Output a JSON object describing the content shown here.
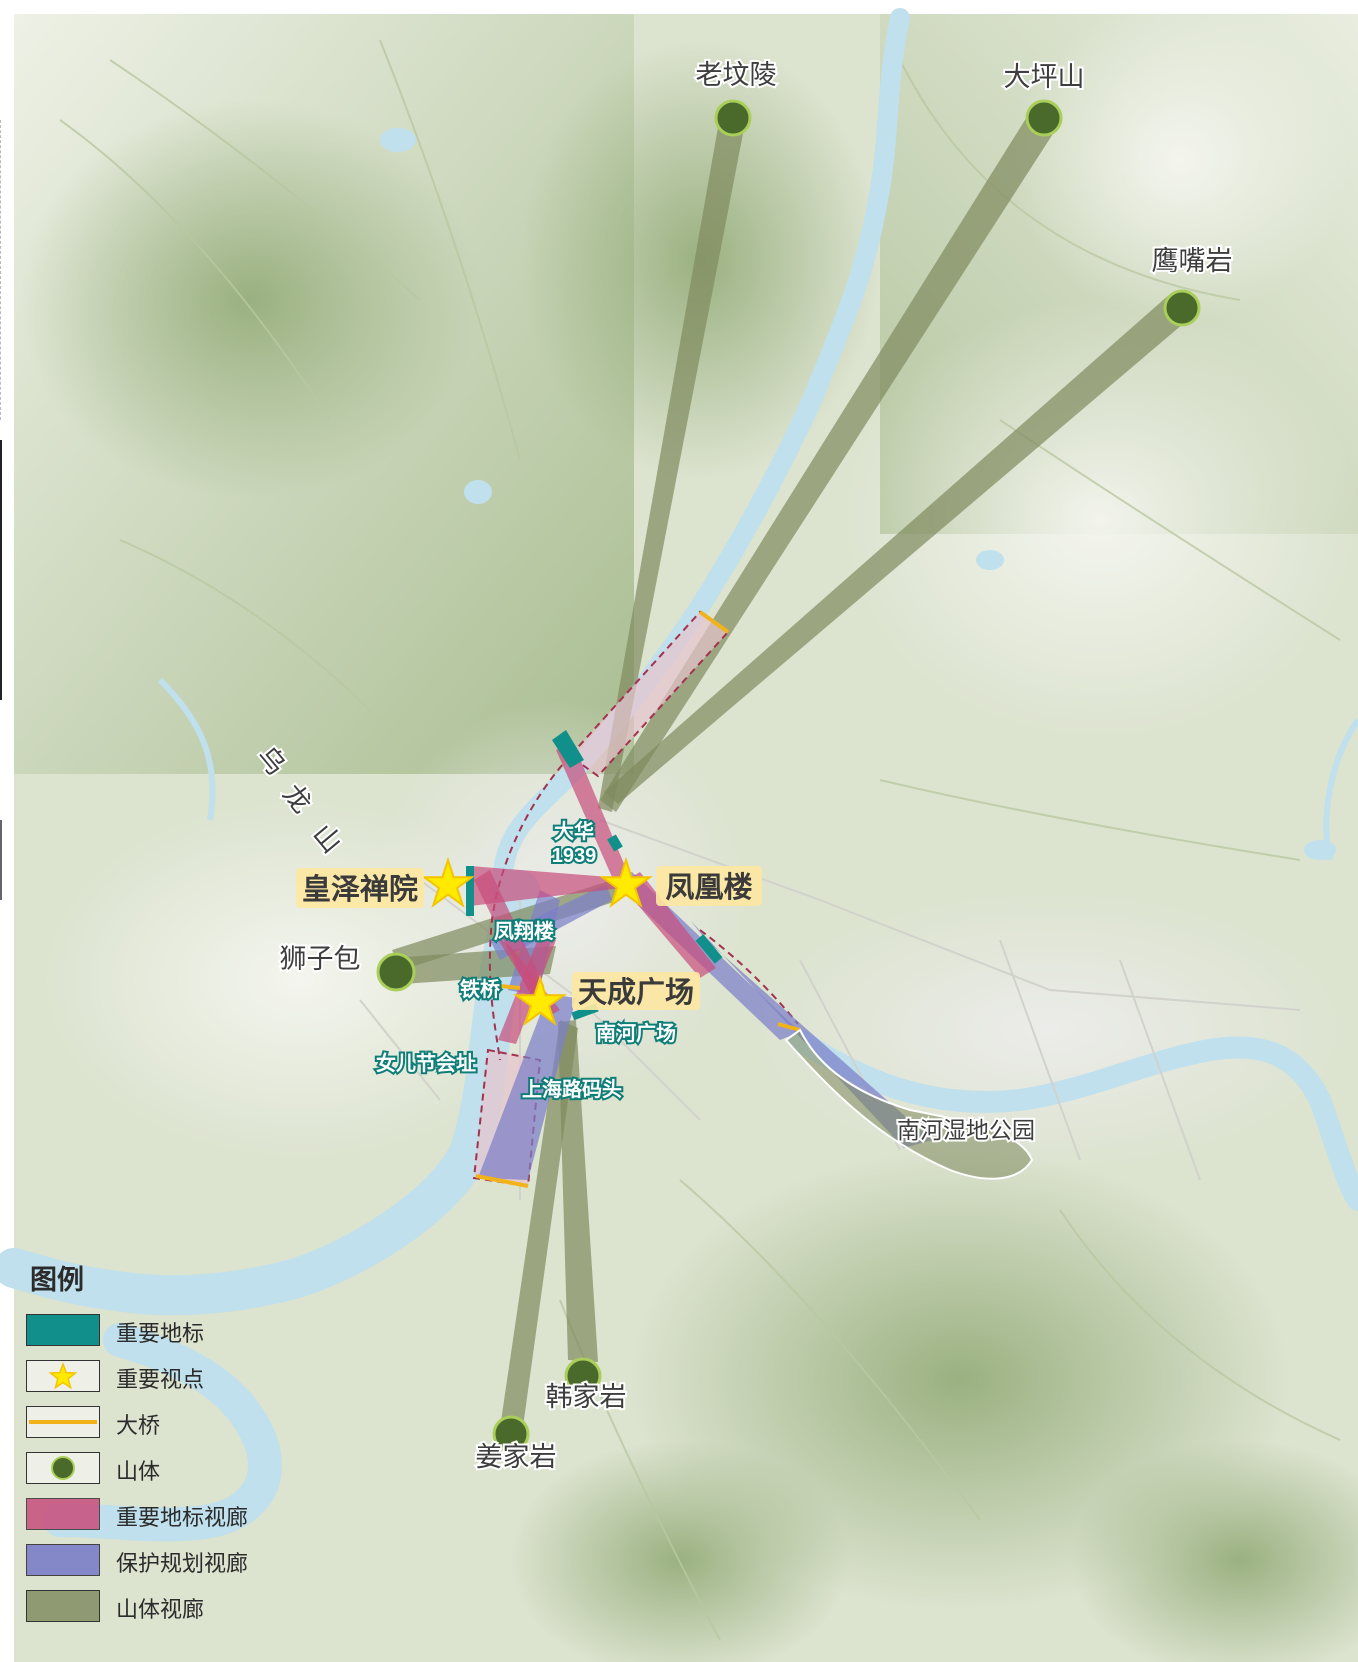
{
  "map": {
    "colors": {
      "terrain_base": "#dfe5d2",
      "terrain_high": "#a9bd8c",
      "terrain_dark": "#8ea775",
      "river": "#bfe0ec",
      "urban": "#e8e8e4",
      "landmark": "#118f8a",
      "landmark_corridor": "#c84d7c",
      "planning_corridor": "#7b7fc9",
      "mountain_corridor": "#7f8a5e",
      "mountain_point": "#4a6a2c",
      "bridge": "#f2b31a",
      "star": "#ffea00",
      "viewpoint_label_bg": "#fde7a2"
    },
    "mountain_labels": {
      "laofenling": "老坟陵",
      "dapingshan": "大坪山",
      "yingzuiyan": "鹰嘴岩",
      "shizibao": "狮子包",
      "hanjiayan": "韩家岩",
      "jiangjiayan": "姜家岩"
    },
    "range_label": {
      "c1": "乌",
      "c2": "龙",
      "c3": "山"
    },
    "viewpoint_labels": {
      "huangze": "皇泽禅院",
      "fenghuang": "凤凰楼",
      "tiancheng": "天成广场"
    },
    "landmark_labels": {
      "dahua_1": "大华",
      "dahua_2": "1939",
      "fengxiang": "凤翔楼",
      "tieqiao": "铁桥",
      "nanhe_square": "南河广场",
      "nver": "女儿节会址",
      "shanghai": "上海路码头"
    },
    "area_labels": {
      "wetland": "南河湿地公园"
    }
  },
  "legend": {
    "title": "图例",
    "items": [
      {
        "key": "landmark",
        "label": "重要地标"
      },
      {
        "key": "viewpoint",
        "label": "重要视点"
      },
      {
        "key": "bridge",
        "label": "大桥"
      },
      {
        "key": "mountain",
        "label": "山体"
      },
      {
        "key": "landmark_corridor",
        "label": "重要地标视廊"
      },
      {
        "key": "planning_corridor",
        "label": "保护规划视廊"
      },
      {
        "key": "mountain_corridor",
        "label": "山体视廊"
      }
    ]
  }
}
